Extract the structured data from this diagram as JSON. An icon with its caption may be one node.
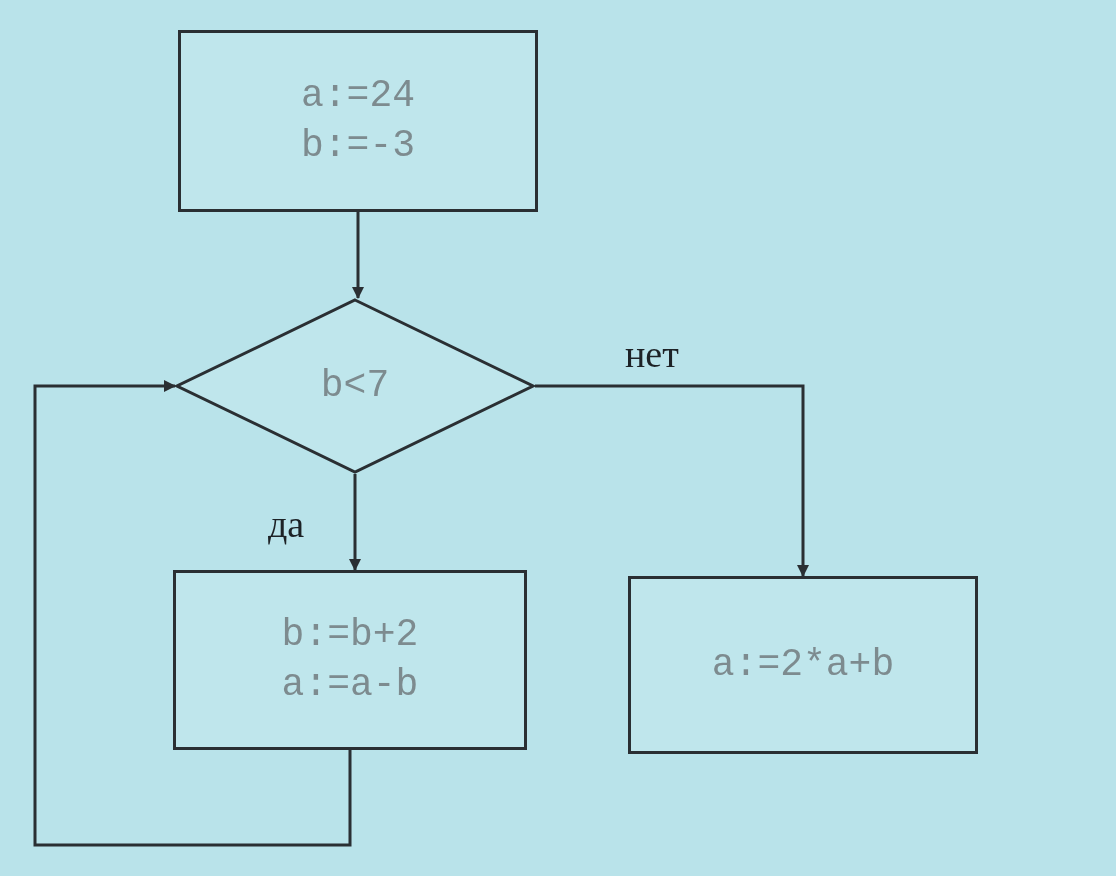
{
  "diagram": {
    "nodes": [
      {
        "text": [
          "a:=24",
          "b:=-3"
        ]
      },
      {
        "text": [
          "b<7"
        ]
      },
      {
        "text": [
          "b:=b+2",
          "a:=a-b"
        ]
      },
      {
        "text": [
          "a:=2*a+b"
        ]
      }
    ],
    "edges": [
      {
        "from": 0,
        "to": 1,
        "arrow": "to"
      },
      {
        "from": 1,
        "to": 3,
        "arrow": "to",
        "label": "нет"
      },
      {
        "from": 1,
        "to": 2,
        "arrow": "to",
        "label": "да"
      },
      {
        "from": 2,
        "to": 1,
        "arrow": "to"
      }
    ]
  }
}
